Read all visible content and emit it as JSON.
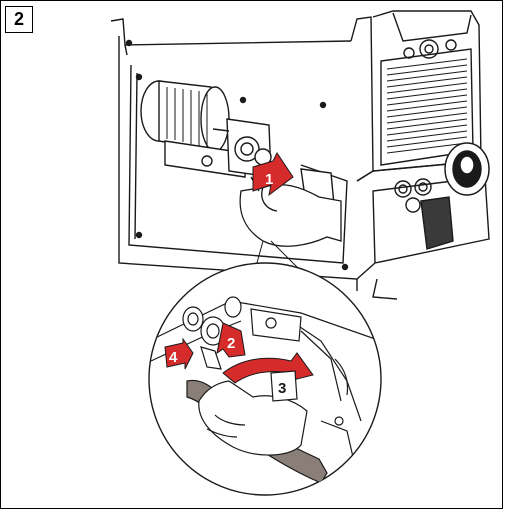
{
  "step_number": "2",
  "callouts": {
    "c1": "1",
    "c2": "2",
    "c3": "3",
    "c4": "4"
  },
  "colors": {
    "accent_red": "#d52b2b",
    "line": "#1a1a1a",
    "cable": "#8a7e78"
  }
}
